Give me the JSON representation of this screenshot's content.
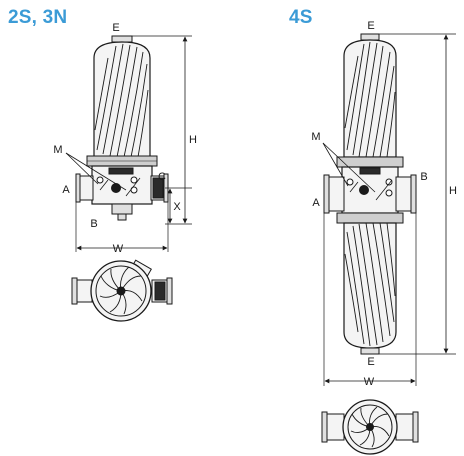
{
  "titles": {
    "left": "2S, 3N",
    "right": "4S"
  },
  "left_diagram": {
    "labels": {
      "E": "E",
      "M": "M",
      "A": "A",
      "B": "B",
      "C": "C",
      "X": "X",
      "H": "H",
      "W": "W"
    }
  },
  "right_diagram": {
    "labels": {
      "E_top": "E",
      "E_bottom": "E",
      "M": "M",
      "A": "A",
      "B": "B",
      "H": "H",
      "W": "W"
    }
  },
  "colors": {
    "title": "#3b9bd6",
    "line": "#1a1a1a",
    "housing_fill": "#f4f4f4",
    "band_fill": "#cfcfcf",
    "dark_fill": "#2a2a2a"
  }
}
